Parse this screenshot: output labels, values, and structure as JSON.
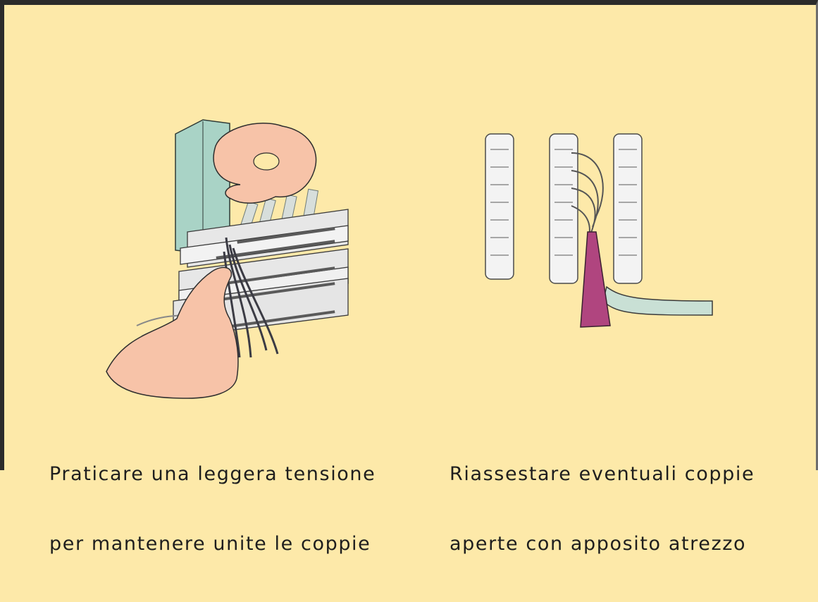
{
  "panels": [
    {
      "id": "left",
      "caption_lines": [
        "Praticare una leggera tensione",
        "per mantenere unite le coppie"
      ]
    },
    {
      "id": "right",
      "caption_lines": [
        "Riassestare eventuali coppie",
        "aperte con apposito atrezzo"
      ]
    }
  ],
  "colors": {
    "background": "#fde9a9",
    "skin": "#f7c3a8",
    "panel": "#a9d3c6",
    "block": "#f3f3f3",
    "tool": "#b0457f",
    "cable": "#c9e0d5",
    "wire": "#3b3b44"
  }
}
